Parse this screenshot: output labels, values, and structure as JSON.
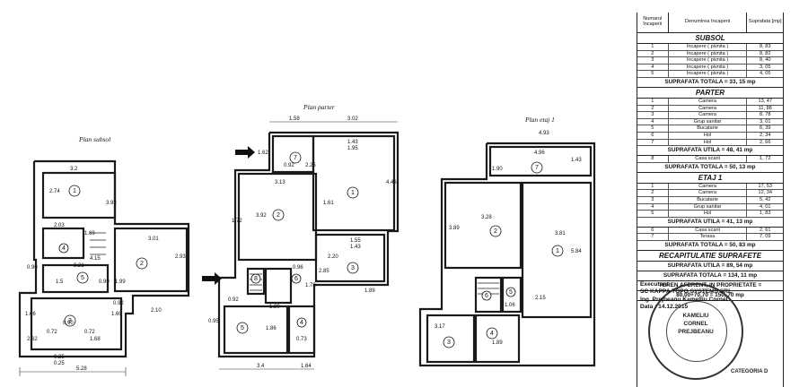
{
  "plans": {
    "subsol": {
      "title": "Plan subsol",
      "dims": [
        "3.2",
        "2.74",
        "3.93",
        "1.69",
        "2.03",
        "3.01",
        "2.93",
        "4.15",
        "3.21",
        "1.5",
        "0.99",
        "1.99",
        "0.90",
        "0.92",
        "1.66",
        "2.10",
        "1.60",
        "0.72",
        "2.62",
        "0.90",
        "0.72",
        "1.68",
        "0.25",
        "5.28",
        "0.25"
      ]
    },
    "parter": {
      "title": "Plan parter",
      "dims": [
        "1.58",
        "3.02",
        "1.62",
        "0.92",
        "2.25",
        "1.43",
        "1.95",
        "3.13",
        "1.61",
        "3.92",
        "4.46",
        "1.72",
        "1.55",
        "1.43",
        "2.20",
        "2.85",
        "1.89",
        "0.96",
        "1.78",
        "0.92",
        "1.80",
        "0.95",
        "1.86",
        "0.73",
        "3.4",
        "1.64"
      ]
    },
    "etaj1": {
      "title": "Plan etaj 1",
      "dims": [
        "4.93",
        "4.96",
        "1.43",
        "1.90",
        "3.28",
        "3.81",
        "5.84",
        "3.89",
        "1.06",
        "3.17",
        "1.89",
        "2.15"
      ]
    }
  },
  "table": {
    "headers": [
      "Numarul încaperii",
      "Denumirea încaperii",
      "Suprafata [mp]"
    ],
    "subsol": {
      "title": "SUBSOL",
      "rows": [
        [
          "1",
          "Încapere ( pivnita )",
          "8, 83"
        ],
        [
          "2",
          "Încapere ( pivnita )",
          "8, 82"
        ],
        [
          "3",
          "Încapere ( pivnita )",
          "8, 40"
        ],
        [
          "4",
          "Încapere ( pivnita )",
          "3, 05"
        ],
        [
          "5",
          "Încapere ( pivnita )",
          "4, 05"
        ]
      ],
      "total": "SUPRAFATA TOTALA = 33, 15 mp"
    },
    "parter": {
      "title": "PARTER",
      "rows": [
        [
          "1",
          "Camera",
          "13, 47"
        ],
        [
          "2",
          "Camera",
          "11, 88"
        ],
        [
          "3",
          "Camera",
          "8, 78"
        ],
        [
          "4",
          "Grup sanitar",
          "3, 01"
        ],
        [
          "5",
          "Bucatarie",
          "6, 39"
        ],
        [
          "6",
          "Hol",
          "2, 34"
        ],
        [
          "7",
          "Hol",
          "2, 66"
        ]
      ],
      "util": "SUPRAFATA UTILA = 48, 41 mp",
      "stairs": [
        "8",
        "Casa scarii",
        "1, 72"
      ],
      "total": "SUPRAFATA TOTALA = 50, 13 mp"
    },
    "etaj": {
      "title": "ETAJ 1",
      "rows": [
        [
          "1",
          "Camera",
          "17, 53"
        ],
        [
          "2",
          "Camera",
          "12, 34"
        ],
        [
          "3",
          "Bucatarie",
          "5, 42"
        ],
        [
          "4",
          "Grup sanitar",
          "4, 01"
        ],
        [
          "5",
          "Hol",
          "1, 83"
        ]
      ],
      "util": "SUPRAFATA UTILA = 41, 13 mp",
      "extra": [
        [
          "6",
          "Casa scarii",
          "2, 61"
        ],
        [
          "7",
          "Terasa",
          "7, 09"
        ]
      ],
      "total": "SUPRAFATA TOTALA = 50, 83 mp"
    },
    "recap": {
      "title": "RECAPITULATIE SUPRAFETE",
      "util": "SUPRAFATA UTILA = 89, 54 mp",
      "total": "SUPRAFATA TOTALA = 134, 11 mp",
      "teren": "TEREN AFERENT, IN PROPRIETATE =",
      "teren_val": "80,00+70,70 = 150, 70 mp"
    },
    "footer": {
      "executant": "Executant",
      "company": "SC KAPPA TOPO SYSTEMS SRL",
      "engineer": "Ing. Prejbeanu Kamelliu Cornel",
      "date": "Data : 14.12.2015"
    }
  },
  "stamp": {
    "line1": "KAMELIU",
    "line2": "CORNEL",
    "line3": "PREJBEANU",
    "category": "CATEGORIA D"
  }
}
